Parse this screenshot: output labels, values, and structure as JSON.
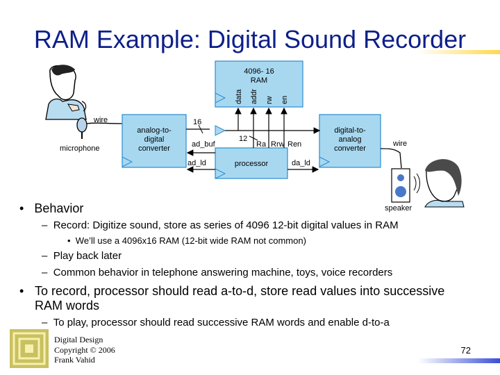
{
  "slide": {
    "title": "RAM Example: Digital Sound Recorder",
    "page_number": "72",
    "footer": [
      "Digital Design",
      "Copyright © 2006",
      "Frank Vahid"
    ]
  },
  "diagram": {
    "ram_label_1": "4096- 16",
    "ram_label_2": "RAM",
    "ram_ports": [
      "data",
      "addr",
      "rw",
      "en"
    ],
    "adc_label": [
      "analog-to-",
      "digital",
      "converter"
    ],
    "dac_label": [
      "digital-to-",
      "analog",
      "converter"
    ],
    "processor_label": "processor",
    "wire_left": "wire",
    "wire_right": "wire",
    "microphone": "microphone",
    "speaker": "speaker",
    "bus_16": "16",
    "bus_12": "12",
    "signals": {
      "ad_buf": "ad_buf",
      "ra": "Ra",
      "rrw": "Rrw",
      "ren": "Ren",
      "ad_ld": "ad_ld",
      "da_ld": "da_ld"
    }
  },
  "bullets": [
    {
      "level": 1,
      "marker": "•",
      "text": "Behavior"
    },
    {
      "level": 2,
      "marker": "–",
      "text": "Record: Digitize sound, store as series of 4096 12-bit digital values in RAM"
    },
    {
      "level": 3,
      "marker": "•",
      "text": "We’ll use a 4096x16 RAM (12-bit wide RAM not common)"
    },
    {
      "level": 2,
      "marker": "–",
      "text": "Play back later"
    },
    {
      "level": 2,
      "marker": "–",
      "text": "Common behavior in telephone answering machine, toys, voice recorders"
    },
    {
      "level": 1,
      "marker": "•",
      "text": "To record, processor should read a-to-d, store read values into successive RAM words"
    },
    {
      "level": 2,
      "marker": "–",
      "text": "To play, processor should read successive RAM words and enable d-to-a"
    }
  ],
  "colors": {
    "title": "#0d1f8a",
    "box_fill": "#a8d8f0",
    "box_stroke": "#2a8bd0"
  }
}
